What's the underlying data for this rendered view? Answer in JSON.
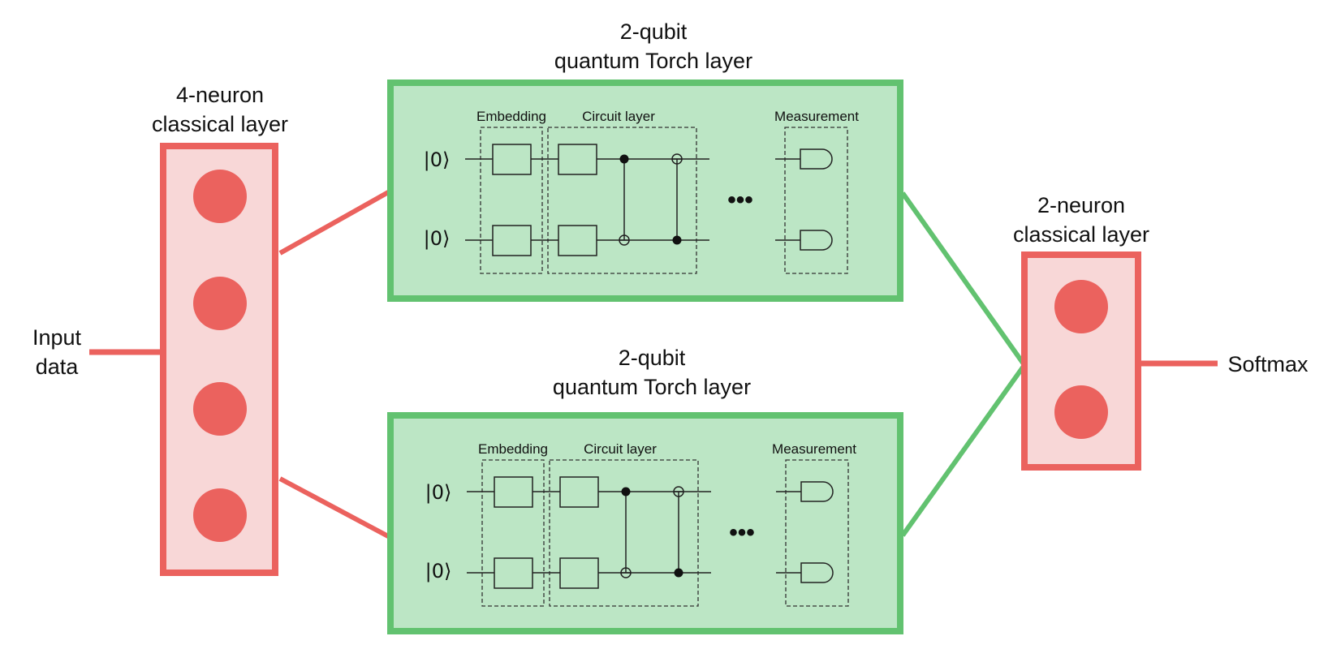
{
  "input_label": [
    "Input",
    "data"
  ],
  "output_label": "Softmax",
  "layer_4neuron": {
    "title": [
      "4-neuron",
      "classical layer"
    ],
    "neuron_count": 4
  },
  "layer_2neuron": {
    "title": [
      "2-neuron",
      "classical layer"
    ],
    "neuron_count": 2
  },
  "quantum_layers": [
    {
      "title": [
        "2-qubit",
        "quantum Torch layer"
      ],
      "embedding_label": "Embedding",
      "circuit_label": "Circuit layer",
      "measurement_label": "Measurement",
      "qubit_labels": [
        "|0⟩",
        "|0⟩"
      ],
      "ellipsis": "•••"
    },
    {
      "title": [
        "2-qubit",
        "quantum Torch layer"
      ],
      "embedding_label": "Embedding",
      "circuit_label": "Circuit layer",
      "measurement_label": "Measurement",
      "qubit_labels": [
        "|0⟩",
        "|0⟩"
      ],
      "ellipsis": "•••"
    }
  ],
  "colors": {
    "classical_fill": "#f8d7d7",
    "classical_stroke": "#eb625e",
    "neuron": "#eb625e",
    "quantum_fill": "#bce6c5",
    "quantum_stroke": "#62c270"
  }
}
